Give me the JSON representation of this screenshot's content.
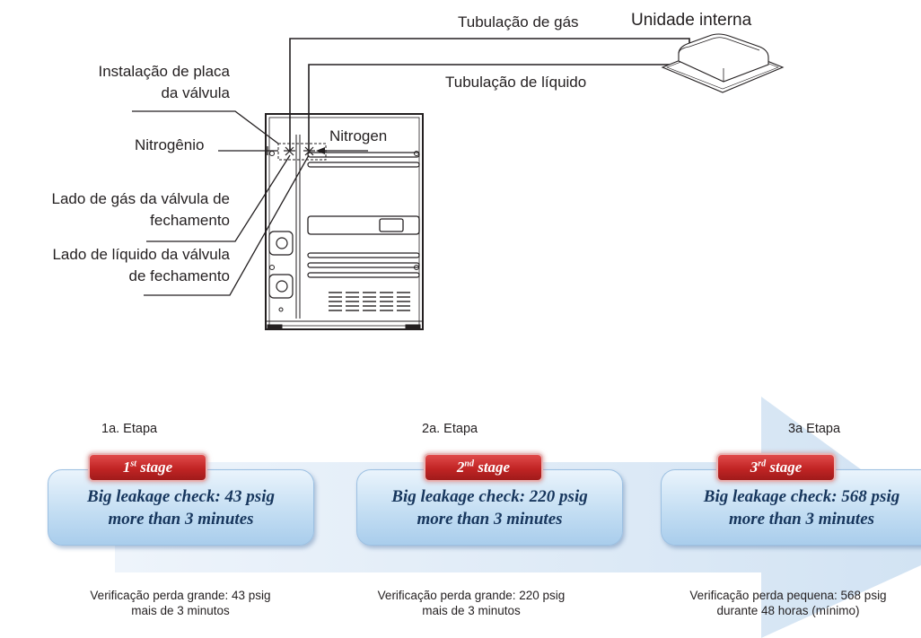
{
  "diagram": {
    "indoor_unit": "Unidade interna",
    "gas_pipe": "Tubulação de gás",
    "liquid_pipe": "Tubulação de líquido",
    "valve_plate_line1": "Instalação de  placa",
    "valve_plate_line2": "da válvula",
    "nitrogen_pt": "Nitrogênio",
    "nitrogen_en": "Nitrogen",
    "gas_side_line1": "Lado de gás da válvula de",
    "gas_side_line2": "fechamento",
    "liquid_side_line1": "Lado de líquido da válvula",
    "liquid_side_line2": "de fechamento"
  },
  "stages": [
    {
      "step_label": "1a. Etapa",
      "tag_num": "1",
      "tag_sup": "st",
      "tag_word": "stage",
      "check_line1": "Big leakage check: 43 psig",
      "check_line2": "more than 3 minutes",
      "caption_line1": "Verificação perda grande: 43 psig",
      "caption_line2": "mais de 3 minutos"
    },
    {
      "step_label": "2a. Etapa",
      "tag_num": "2",
      "tag_sup": "nd",
      "tag_word": "stage",
      "check_line1": "Big leakage check: 220 psig",
      "check_line2": "more than 3 minutes",
      "caption_line1": "Verificação perda grande: 220 psig",
      "caption_line2": "mais de 3 minutos"
    },
    {
      "step_label": "3a Etapa",
      "tag_num": "3",
      "tag_sup": "rd",
      "tag_word": "stage",
      "check_line1": "Big leakage check: 568 psig",
      "check_line2": "more than 3 minutes",
      "caption_line1": "Verificação perda pequena: 568 psig",
      "caption_line2": "durante 48 horas (mínimo)"
    }
  ],
  "colors": {
    "arrow": "#dbe8f5",
    "box_text": "#17365d",
    "tag": "#c12424"
  }
}
